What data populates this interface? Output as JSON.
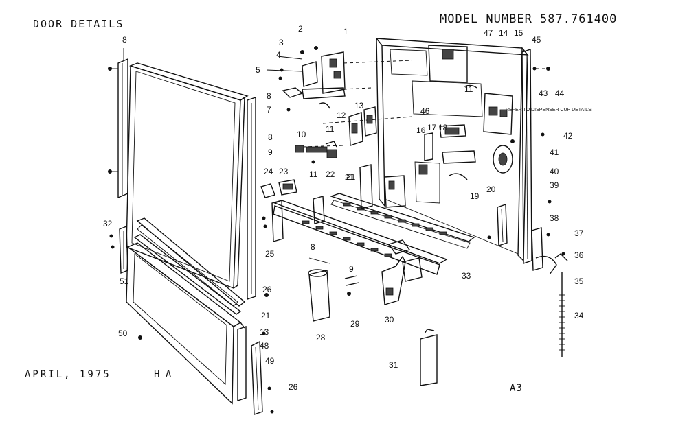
{
  "header": {
    "title": "DOOR DETAILS",
    "model_number": "MODEL NUMBER 587.761400",
    "date": "APRIL, 1975",
    "date_mark": "H A",
    "page_code": "A3",
    "reference_note": "REFER TO DISPENSER CUP DETAILS"
  },
  "callouts": [
    {
      "id": "c-8a",
      "label": "8"
    },
    {
      "id": "c-2",
      "label": "2"
    },
    {
      "id": "c-3",
      "label": "3"
    },
    {
      "id": "c-1",
      "label": "1"
    },
    {
      "id": "c-4",
      "label": "4"
    },
    {
      "id": "c-5",
      "label": "5"
    },
    {
      "id": "c-8b",
      "label": "8"
    },
    {
      "id": "c-7",
      "label": "7"
    },
    {
      "id": "c-8c",
      "label": "8"
    },
    {
      "id": "c-9a",
      "label": "9"
    },
    {
      "id": "c-12",
      "label": "12"
    },
    {
      "id": "c-13",
      "label": "13"
    },
    {
      "id": "c-11a",
      "label": "11"
    },
    {
      "id": "c-10",
      "label": "10"
    },
    {
      "id": "c-11b",
      "label": "11"
    },
    {
      "id": "c-22",
      "label": "22"
    },
    {
      "id": "c-24",
      "label": "24"
    },
    {
      "id": "c-23",
      "label": "23"
    },
    {
      "id": "c-21a",
      "label": "21"
    },
    {
      "id": "c-32",
      "label": "32"
    },
    {
      "id": "c-25",
      "label": "25"
    },
    {
      "id": "c-8d",
      "label": "8"
    },
    {
      "id": "c-9b",
      "label": "9"
    },
    {
      "id": "c-29",
      "label": "29"
    },
    {
      "id": "c-26a",
      "label": "26"
    },
    {
      "id": "c-21b",
      "label": "21"
    },
    {
      "id": "c-51",
      "label": "51"
    },
    {
      "id": "c-50",
      "label": "50"
    },
    {
      "id": "c-13b",
      "label": "13"
    },
    {
      "id": "c-48",
      "label": "48"
    },
    {
      "id": "c-49",
      "label": "49"
    },
    {
      "id": "c-26b",
      "label": "26"
    },
    {
      "id": "c-28",
      "label": "28"
    },
    {
      "id": "c-30",
      "label": "30"
    },
    {
      "id": "c-31",
      "label": "31"
    },
    {
      "id": "c-33",
      "label": "33"
    },
    {
      "id": "c-47",
      "label": "47"
    },
    {
      "id": "c-14",
      "label": "14"
    },
    {
      "id": "c-15",
      "label": "15"
    },
    {
      "id": "c-45",
      "label": "45"
    },
    {
      "id": "c-43",
      "label": "43"
    },
    {
      "id": "c-44",
      "label": "44"
    },
    {
      "id": "c-46",
      "label": "46"
    },
    {
      "id": "c-16",
      "label": "16"
    },
    {
      "id": "c-17",
      "label": "17"
    },
    {
      "id": "c-18",
      "label": "18"
    },
    {
      "id": "c-42",
      "label": "42"
    },
    {
      "id": "c-41",
      "label": "41"
    },
    {
      "id": "c-40",
      "label": "40"
    },
    {
      "id": "c-20",
      "label": "20"
    },
    {
      "id": "c-19",
      "label": "19"
    },
    {
      "id": "c-39",
      "label": "39"
    },
    {
      "id": "c-38",
      "label": "38"
    },
    {
      "id": "c-37",
      "label": "37"
    },
    {
      "id": "c-36",
      "label": "36"
    },
    {
      "id": "c-35",
      "label": "35"
    },
    {
      "id": "c-34",
      "label": "34"
    },
    {
      "id": "c-11c",
      "label": "11"
    },
    {
      "id": "c-21c",
      "label": "21"
    }
  ]
}
